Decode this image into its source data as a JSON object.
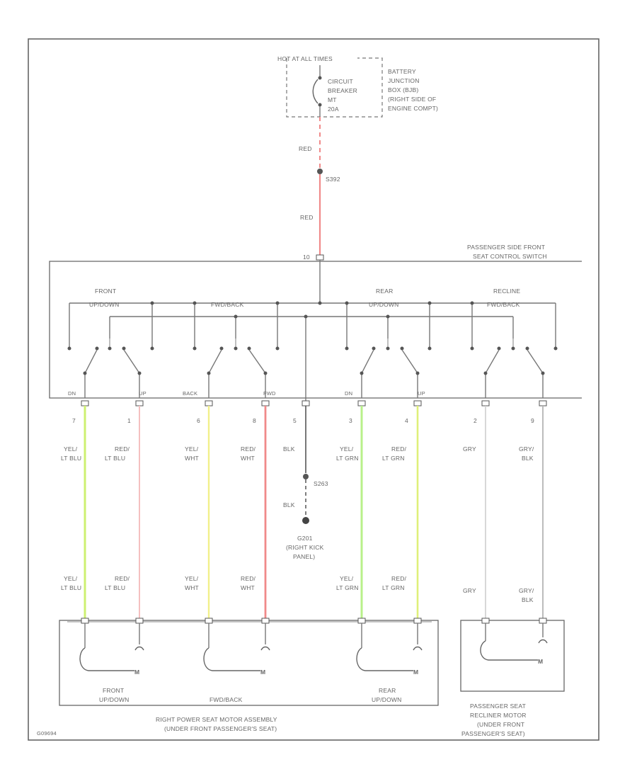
{
  "diagram": {
    "hot_label": "HOT AT ALL TIMES",
    "breaker": [
      "CIRCUIT",
      "BREAKER",
      "MT",
      "20A"
    ],
    "bjb": [
      "BATTERY",
      "JUNCTION",
      "BOX (BJB)",
      "(RIGHT SIDE OF",
      "ENGINE COMPT)"
    ],
    "feed_wire_top": "RED",
    "splice_top": "S392",
    "feed_wire_mid": "RED",
    "switch_pin": "10",
    "switch_name": [
      "PASSENGER SIDE FRONT",
      "SEAT CONTROL SWITCH"
    ],
    "groups": [
      "FRONT",
      "UP/DOWN",
      "FWD/BACK",
      "REAR",
      "UP/DOWN",
      "RECLINE",
      "FWD/BACK"
    ],
    "pin_labels": [
      "DN",
      "UP",
      "BACK",
      "FWD",
      "DN",
      "UP"
    ],
    "pins": [
      "7",
      "1",
      "6",
      "8",
      "5",
      "3",
      "4",
      "2",
      "9"
    ],
    "wires_upper": [
      [
        "YEL/",
        "LT BLU"
      ],
      [
        "RED/",
        "LT BLU"
      ],
      [
        "YEL/",
        "WHT"
      ],
      [
        "RED/",
        "WHT"
      ],
      [
        "BLK"
      ],
      [
        "YEL/",
        "LT GRN"
      ],
      [
        "RED/",
        "LT GRN"
      ],
      [
        "GRY"
      ],
      [
        "GRY/",
        "BLK"
      ]
    ],
    "wires_lower": [
      [
        "YEL/",
        "LT BLU"
      ],
      [
        "RED/",
        "LT BLU"
      ],
      [
        "YEL/",
        "WHT"
      ],
      [
        "RED/",
        "WHT"
      ],
      [
        "YEL/",
        "LT GRN"
      ],
      [
        "RED/",
        "LT GRN"
      ],
      [
        "GRY"
      ],
      [
        "GRY/",
        "BLK"
      ]
    ],
    "ground_splice": "S263",
    "ground_wire": "BLK",
    "ground": [
      "G201",
      "(RIGHT KICK",
      "PANEL)"
    ],
    "motor_label": "M",
    "motor_groups": [
      "FRONT",
      "UP/DOWN",
      "FWD/BACK",
      "REAR",
      "UP/DOWN"
    ],
    "seat_assembly": [
      "RIGHT POWER SEAT MOTOR ASSEMBLY",
      "(UNDER FRONT PASSENGER'S SEAT)"
    ],
    "recliner": [
      "PASSENGER SEAT",
      "RECLINER MOTOR",
      "(UNDER FRONT",
      "PASSENGER'S SEAT)"
    ],
    "figure_id": "G09694",
    "colors": {
      "red": "#f08a8a",
      "yellow": "#f2f08a",
      "yellow_green": "#cdf070",
      "light_green": "#b8f08a",
      "pink": "#f5c0c0",
      "gray": "#bfbfbf",
      "black": "#555555"
    }
  }
}
